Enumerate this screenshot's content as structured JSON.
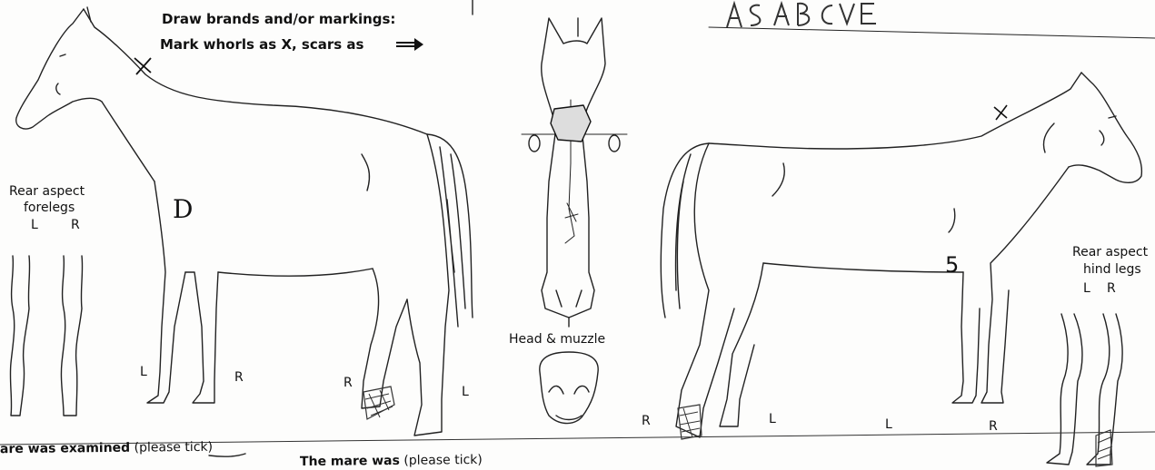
{
  "handwriting": {
    "top_right": "AS ABOVE"
  },
  "instructions": {
    "line1": "Draw brands and/or markings:",
    "line2": "Mark whorls as X, scars as"
  },
  "left_panel": {
    "title_line1": "Rear aspect",
    "title_line2": "forelegs",
    "l": "L",
    "r": "R"
  },
  "right_panel": {
    "title_line1": "Rear aspect",
    "title_line2": "hind legs",
    "l": "L",
    "r": "R"
  },
  "head_label": "Head & muzzle",
  "horse_left": {
    "leg_l_front": "L",
    "leg_r_front": "R",
    "leg_r_rear": "R",
    "leg_l_rear": "L",
    "brand": "D"
  },
  "horse_right": {
    "leg_r_front": "R",
    "leg_l_front": "L",
    "leg_l_rear": "L",
    "leg_r_rear": "R",
    "brand": "5"
  },
  "bottom": {
    "examined_prefix": "are was examined",
    "examined_suffix": "(please tick)",
    "mare_was_prefix": "The mare was",
    "mare_was_suffix": "(please tick)"
  }
}
